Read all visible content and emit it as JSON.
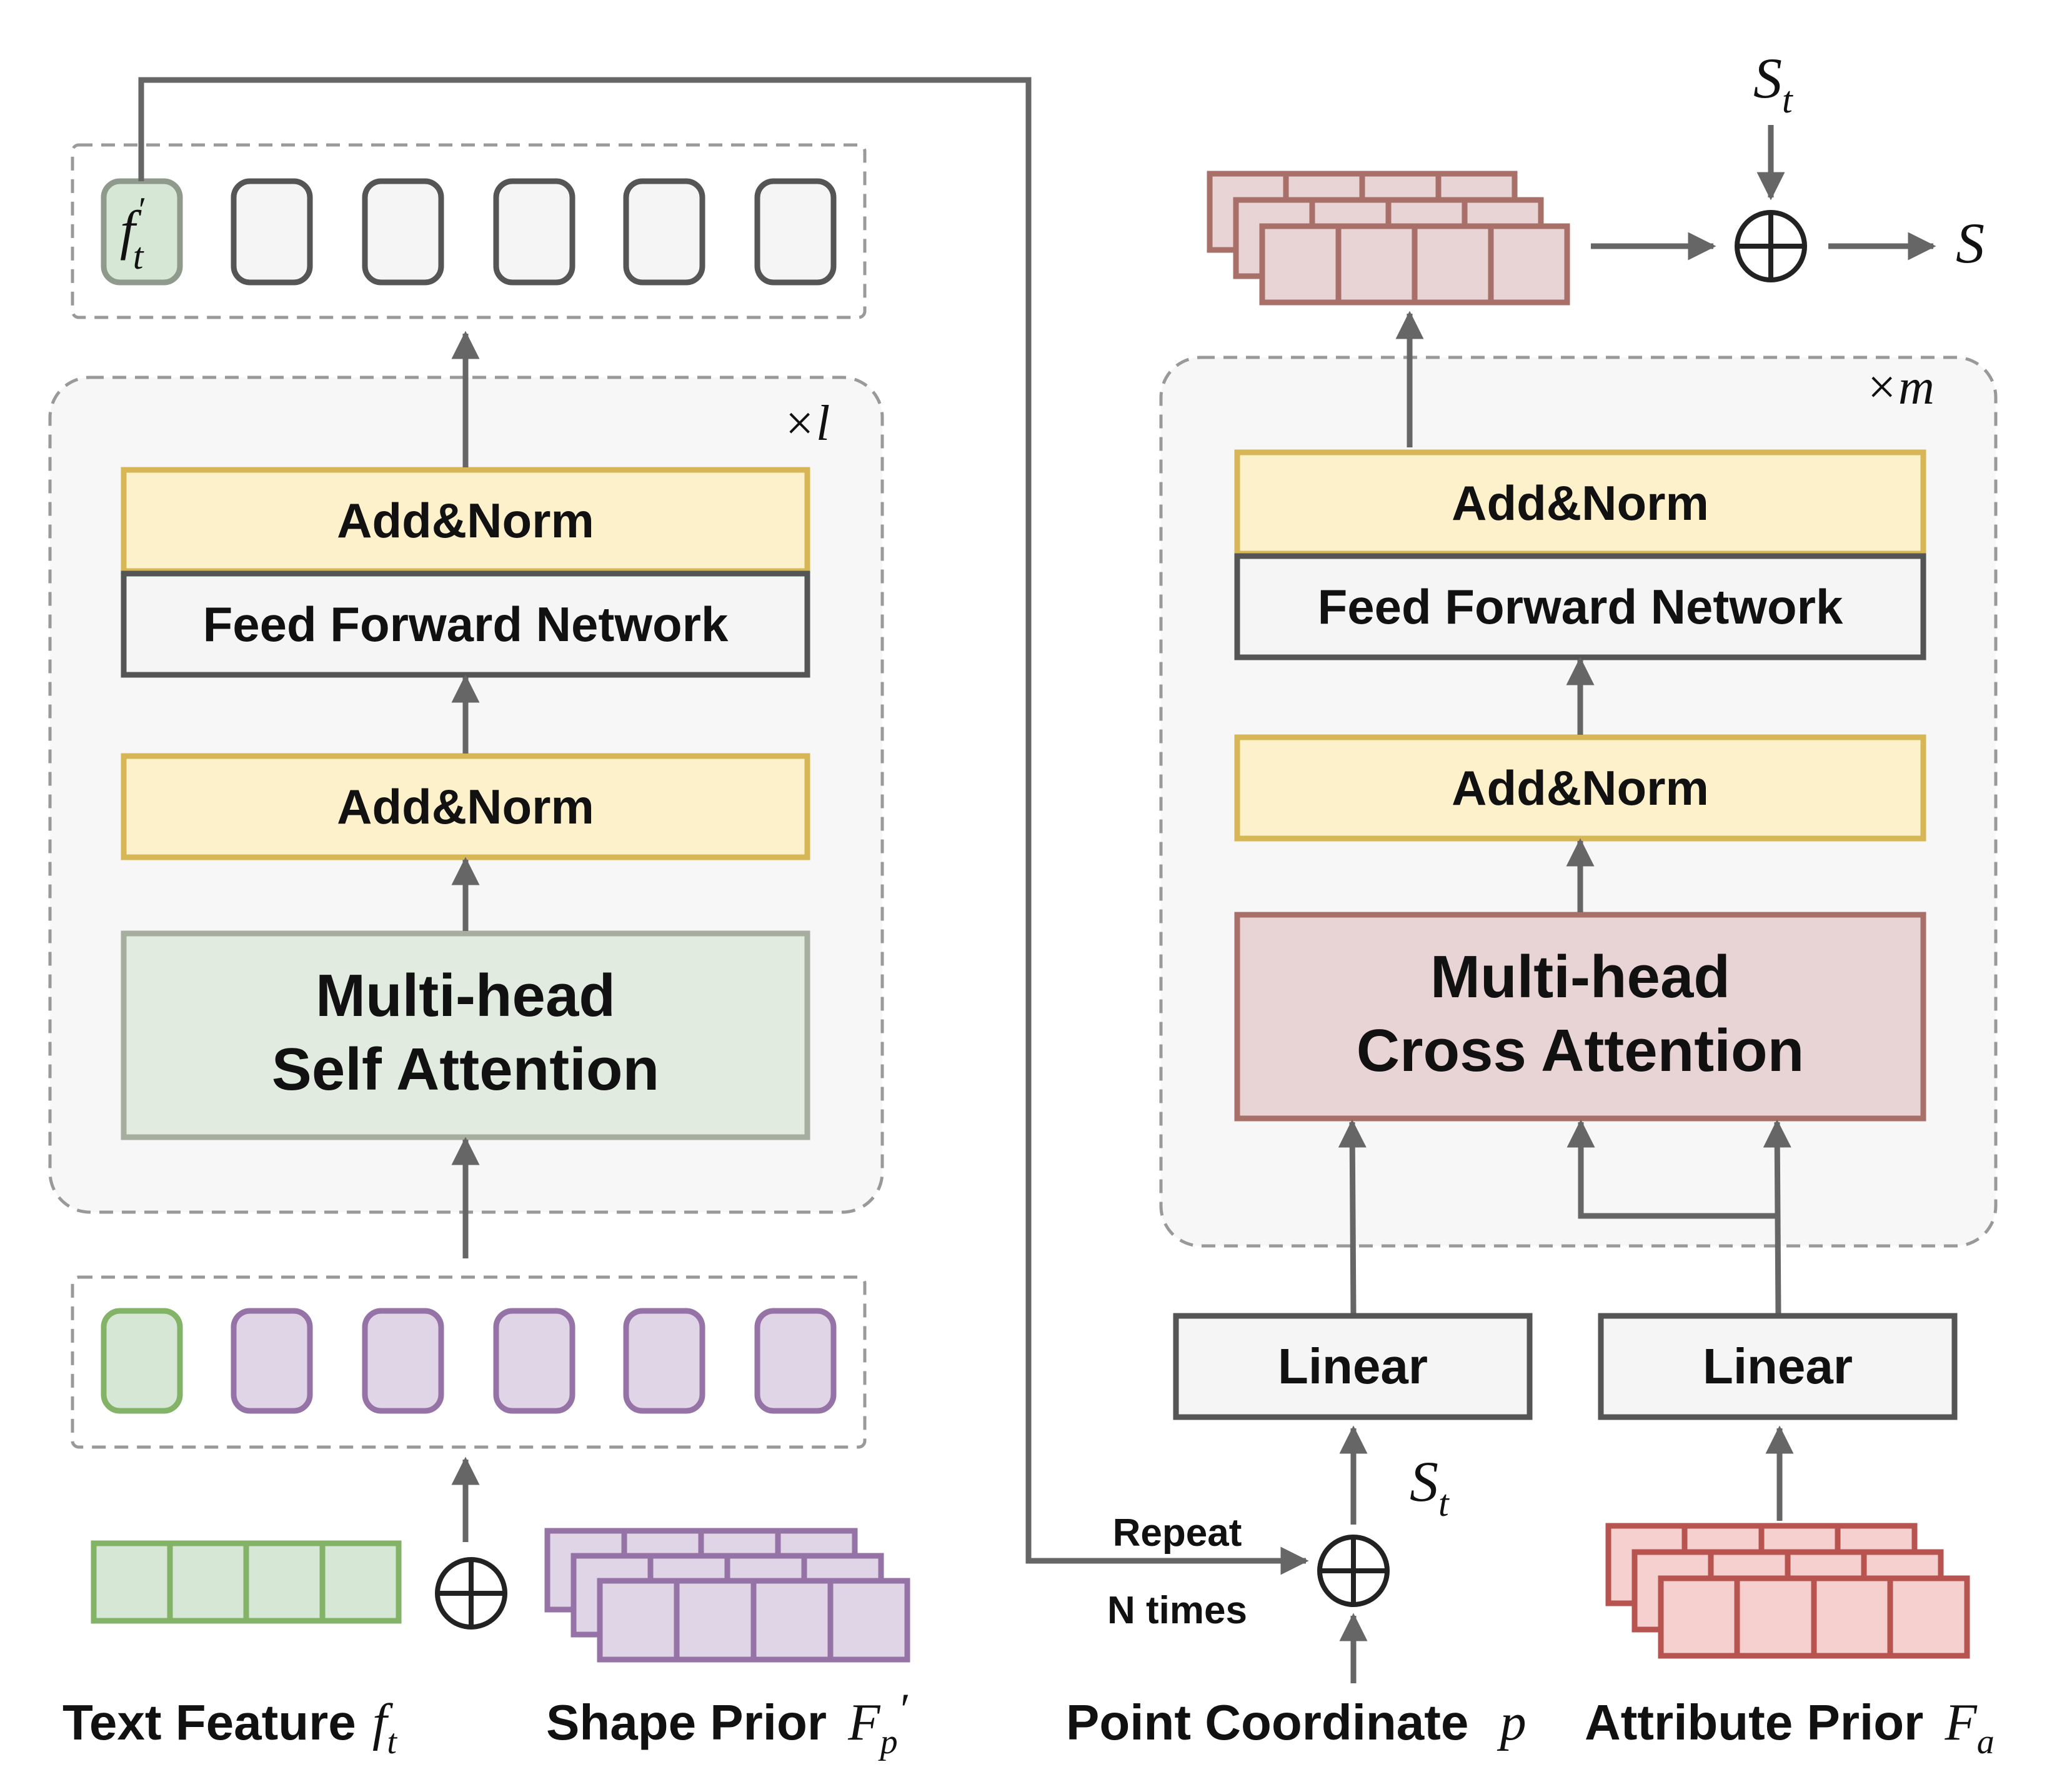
{
  "left": {
    "repeat_label": "×l",
    "add_norm_top": "Add&Norm",
    "ffn": "Feed Forward Network",
    "add_norm_bottom": "Add&Norm",
    "attention_line1": "Multi-head",
    "attention_line2": "Self Attention",
    "output_token": {
      "base": "f",
      "sup": "′",
      "sub": "t"
    }
  },
  "right": {
    "repeat_label": "×m",
    "add_norm_top": "Add&Norm",
    "ffn": "Feed Forward Network",
    "add_norm_bottom": "Add&Norm",
    "attention_line1": "Multi-head",
    "attention_line2": "Cross Attention",
    "linear_left": "Linear",
    "linear_right": "Linear",
    "repeat_line1": "Repeat",
    "repeat_line2": "N times",
    "st_top": {
      "base": "S",
      "sub": "t"
    },
    "st_bottom": {
      "base": "S",
      "sub": "t"
    },
    "s_output": "S"
  },
  "inputs": {
    "text_feature": {
      "text": "Text Feature ",
      "base": "f",
      "sub": "t"
    },
    "shape_prior": {
      "text": "Shape Prior ",
      "base": "F",
      "sub": "p",
      "sup": "′"
    },
    "point_coordinate": {
      "text": "Point Coordinate ",
      "base": "p"
    },
    "attribute_prior": {
      "text": "Attribute Prior ",
      "base": "F",
      "sub": "a"
    }
  },
  "colors": {
    "yellow_fill": "#fdf1cc",
    "yellow_stroke": "#d6b655",
    "green_fill": "#e1ebdf",
    "green_stroke": "#a5ae9f",
    "light_green_fill": "#d6e8d5",
    "light_green_stroke": "#82b366",
    "purple_fill": "#e0d4e7",
    "purple_stroke": "#9673a6",
    "red_fill": "#e8d4d4",
    "red_stroke": "#a87068",
    "pink_fill": "#f6cfcf",
    "pink_stroke": "#b85450",
    "grey_fill": "#f5f5f5",
    "grey_stroke": "#555555",
    "line": "#666666",
    "dash": "#999999",
    "panel_fill": "#f7f7f7"
  }
}
